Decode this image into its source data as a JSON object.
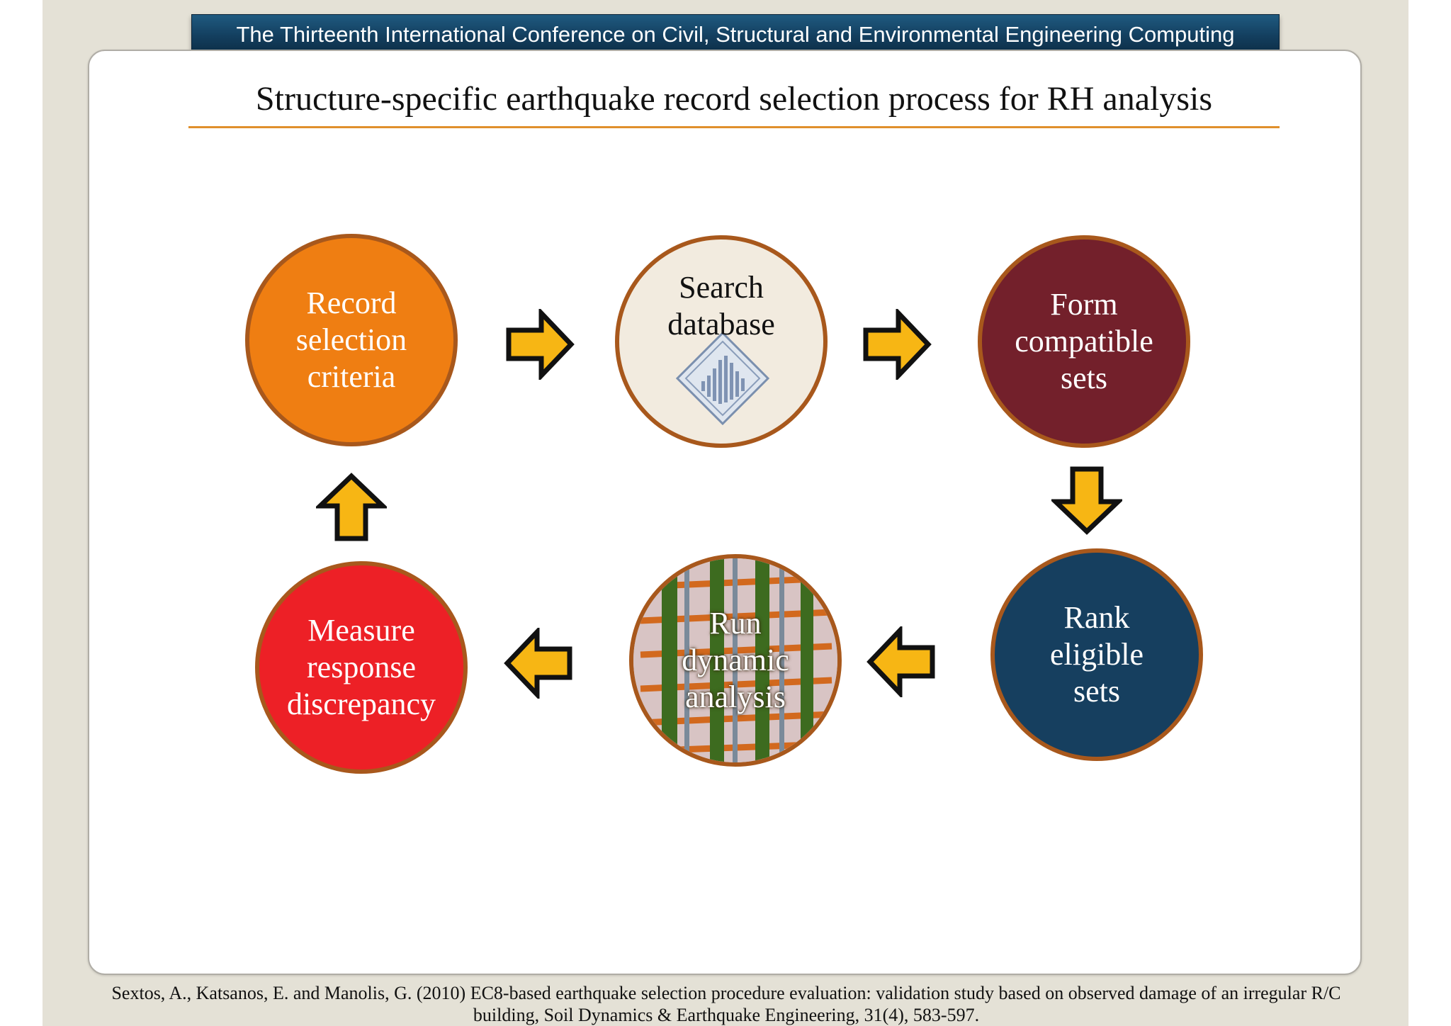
{
  "header": {
    "banner": "The Thirteenth International Conference on Civil, Structural and Environmental Engineering Computing"
  },
  "slide": {
    "title": "Structure-specific earthquake record selection process for RH analysis"
  },
  "diagram": {
    "nodes": [
      {
        "label": "Record\nselection\ncriteria",
        "color": "#ef7e12"
      },
      {
        "label": "Search\ndatabase",
        "color": "#f2ebdf"
      },
      {
        "label": "Form\ncompatible\nsets",
        "color": "#73202b"
      },
      {
        "label": "Rank\neligible\nsets",
        "color": "#163f5f"
      },
      {
        "label": "Run\ndynamic\nanalysis",
        "color": "#d9c9c9"
      },
      {
        "label": "Measure\nresponse\ndiscrepancy",
        "color": "#ed2026"
      }
    ],
    "edges": [
      {
        "from": 0,
        "to": 1,
        "direction": "right"
      },
      {
        "from": 1,
        "to": 2,
        "direction": "right"
      },
      {
        "from": 2,
        "to": 3,
        "direction": "down"
      },
      {
        "from": 3,
        "to": 4,
        "direction": "left"
      },
      {
        "from": 4,
        "to": 5,
        "direction": "left"
      },
      {
        "from": 5,
        "to": 0,
        "direction": "up"
      }
    ],
    "arrow_color": "#f7b614",
    "node_border_color": "#a8581c"
  },
  "footer": {
    "citation": "Sextos, A., Katsanos, E. and Manolis, G. (2010) EC8-based earthquake selection procedure evaluation: validation study based on observed damage of an irregular R/C building, Soil Dynamics & Earthquake Engineering, 31(4), 583-597."
  }
}
